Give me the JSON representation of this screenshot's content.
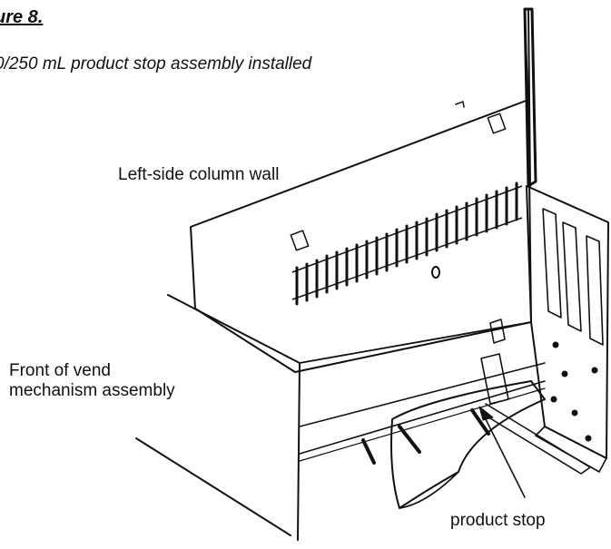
{
  "figure": {
    "title": "ure 8.",
    "caption": "0/250 mL product stop assembly installed"
  },
  "labels": {
    "left_wall": "Left-side column wall",
    "front_line1": "Front of vend",
    "front_line2": "mechanism assembly",
    "product_stop": "product stop"
  },
  "colors": {
    "ink": "#111111",
    "background": "#ffffff"
  }
}
